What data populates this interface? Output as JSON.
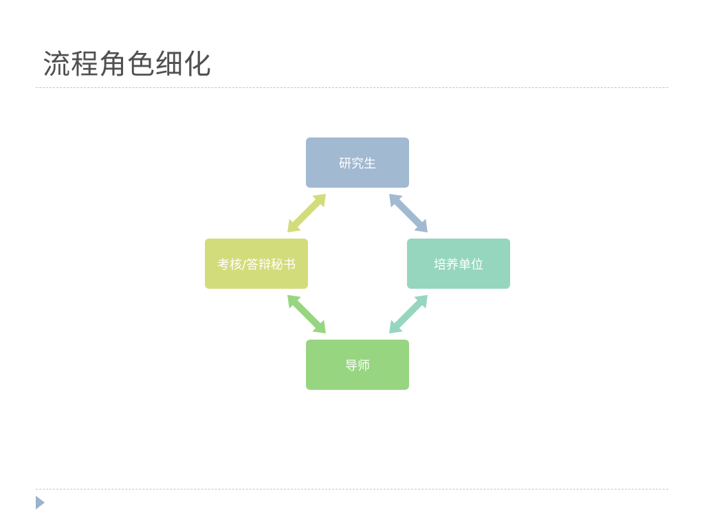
{
  "slide": {
    "title": "流程角色细化"
  },
  "nodes": {
    "top": {
      "label": "研究生",
      "color": "#a1b9d1"
    },
    "right": {
      "label": "培养单位",
      "color": "#96d6bf"
    },
    "bottom": {
      "label": "导师",
      "color": "#98d581"
    },
    "left": {
      "label": "考核/答辩秘书",
      "color": "#d3dc7a"
    }
  },
  "arrows": {
    "top_right_color": "#a1b9d1",
    "right_bottom_color": "#96d6bf",
    "bottom_left_color": "#98d581",
    "left_top_color": "#d3dc7a"
  },
  "icons": {
    "nav": "play-triangle-icon"
  }
}
